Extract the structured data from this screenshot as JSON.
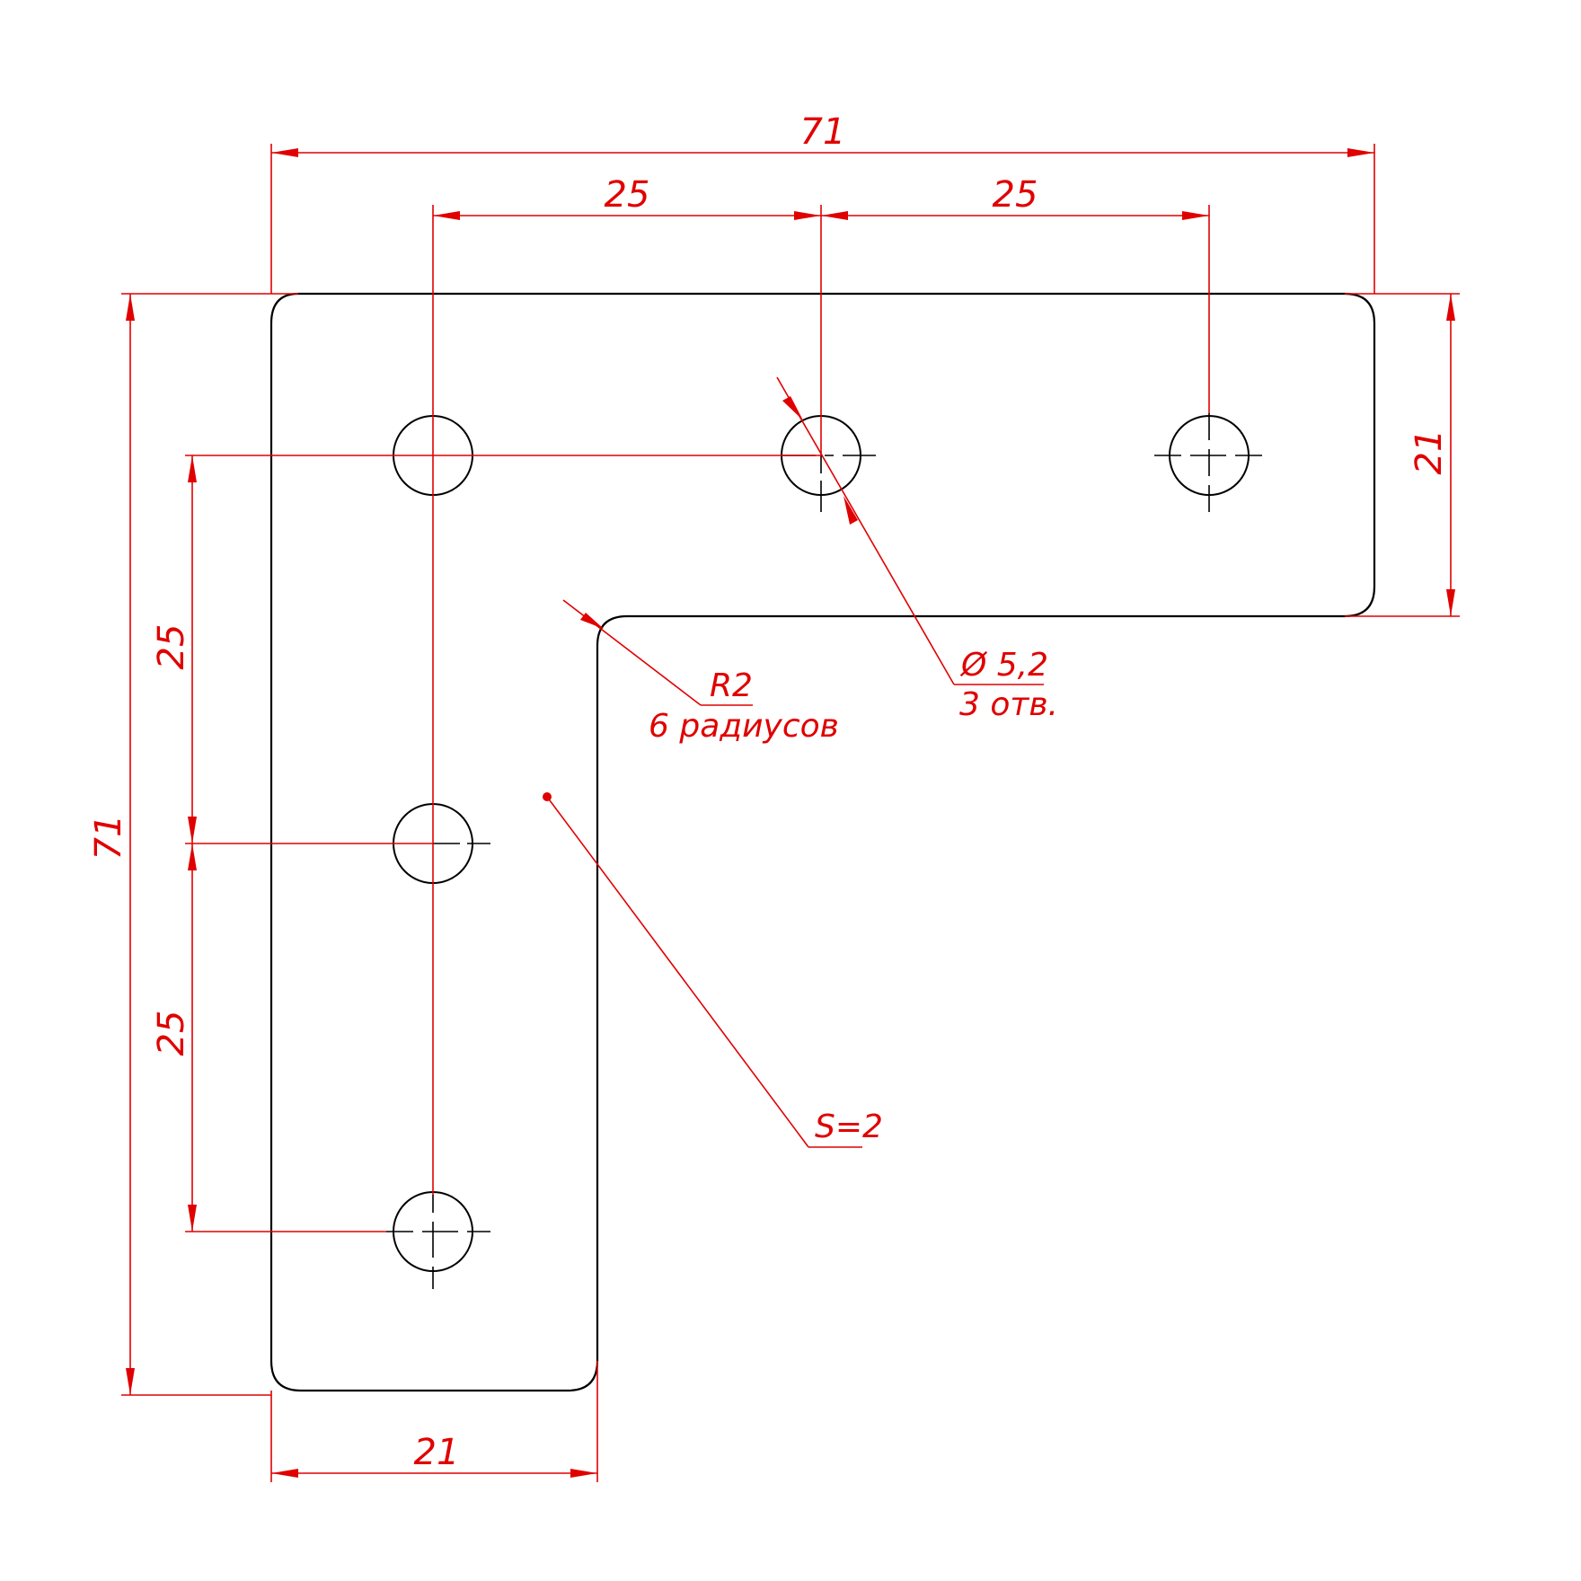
{
  "dimensions": {
    "overall_width": "71",
    "overall_height": "71",
    "hole_pitch_top_1": "25",
    "hole_pitch_top_2": "25",
    "hole_pitch_left_1": "25",
    "hole_pitch_left_2": "25",
    "arm_width_right": "21",
    "arm_width_bottom": "21"
  },
  "callouts": {
    "hole_diameter": "Ø 5,2",
    "hole_count": "3 отв.",
    "radius": "R2",
    "radius_count": "6 радиусов",
    "thickness": "S=2"
  },
  "colors": {
    "part_outline": "#000000",
    "dimension": "#e00000"
  }
}
